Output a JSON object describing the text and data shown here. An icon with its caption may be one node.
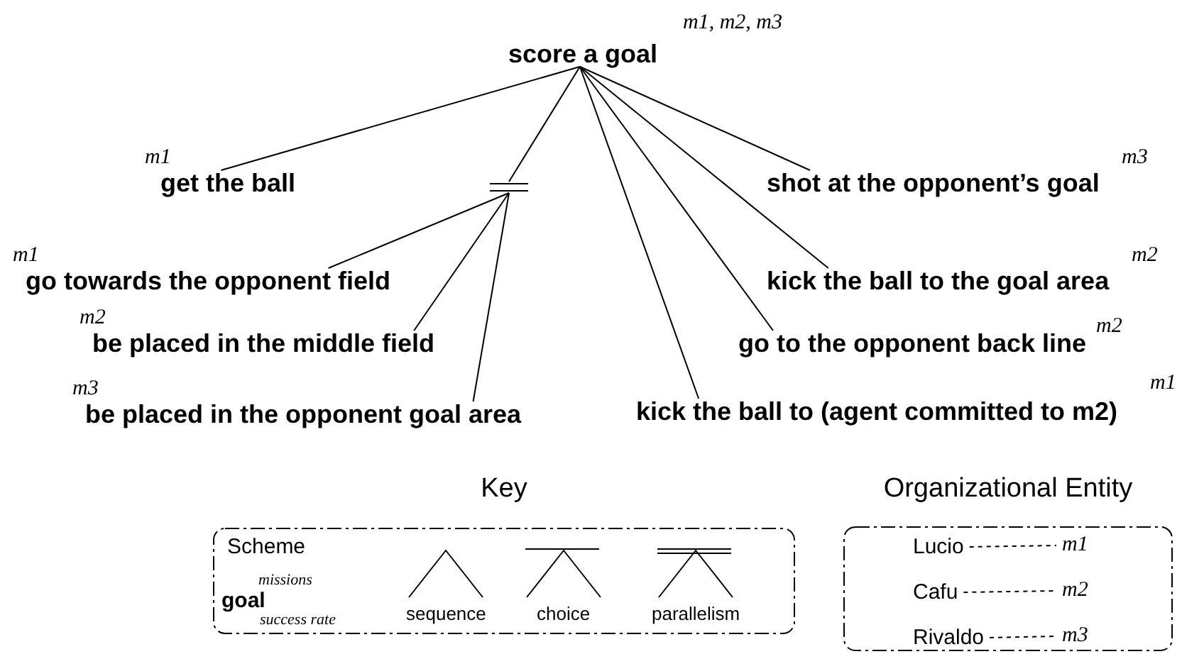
{
  "diagram": {
    "nodes": [
      {
        "text": [
          "score a goal"
        ],
        "beside": [
          "m1, m2, m3"
        ]
      },
      {
        "text": [
          "get the ball"
        ],
        "beside": [
          "m1"
        ]
      },
      {
        "text": [],
        "shape": "bar"
      },
      {
        "text": [
          "shot at the opponent’s goal"
        ],
        "beside": [
          "m3"
        ]
      },
      {
        "text": [
          "go towards the opponent field"
        ],
        "beside": [
          "m1"
        ]
      },
      {
        "text": [
          "kick the ball to the goal area"
        ],
        "beside": [
          "m2"
        ]
      },
      {
        "text": [
          "be placed in the middle field"
        ],
        "beside": [
          "m2"
        ]
      },
      {
        "text": [
          "go to the opponent back line"
        ],
        "beside": [
          "m2"
        ]
      },
      {
        "text": [
          "be placed in the opponent goal area"
        ],
        "beside": [
          "m3"
        ]
      },
      {
        "text": [
          "kick the ball to (agent committed to m2)"
        ],
        "beside": [
          "m1"
        ]
      },
      {
        "text": [
          "Key",
          "Scheme"
        ]
      },
      {
        "text": [
          "goal"
        ],
        "beside": [
          "missions",
          "success rate"
        ],
        "in": 10
      },
      {
        "text": [
          "Organizational Entity"
        ]
      },
      {
        "text": [
          "Lucio"
        ],
        "in": 12
      },
      {
        "text": [
          "m1"
        ],
        "in": 12
      },
      {
        "text": [
          "Cafu"
        ],
        "in": 12
      },
      {
        "text": [
          "m2"
        ],
        "in": 12
      },
      {
        "text": [
          "Rivaldo"
        ],
        "in": 12
      },
      {
        "text": [
          "m3"
        ],
        "in": 12
      }
    ],
    "edges": [
      {
        "from": 0,
        "to": 1,
        "arrow": "none"
      },
      {
        "from": 0,
        "to": 2,
        "arrow": "none"
      },
      {
        "from": 0,
        "to": 3,
        "arrow": "none"
      },
      {
        "from": 0,
        "to": 5,
        "arrow": "none"
      },
      {
        "from": 0,
        "to": 7,
        "arrow": "none"
      },
      {
        "from": 0,
        "to": 9,
        "arrow": "none"
      },
      {
        "from": 2,
        "to": 4,
        "arrow": "none"
      },
      {
        "from": 2,
        "to": 6,
        "arrow": "none"
      },
      {
        "from": 2,
        "to": 8,
        "arrow": "none"
      },
      {
        "from": 13,
        "to": 14,
        "arrow": "none",
        "style": "dashed"
      },
      {
        "from": 15,
        "to": 16,
        "arrow": "none",
        "style": "dashed"
      },
      {
        "from": 17,
        "to": 18,
        "arrow": "none",
        "style": "dashed"
      }
    ],
    "labels": [
      "sequence",
      "choice",
      "parallelism"
    ]
  }
}
